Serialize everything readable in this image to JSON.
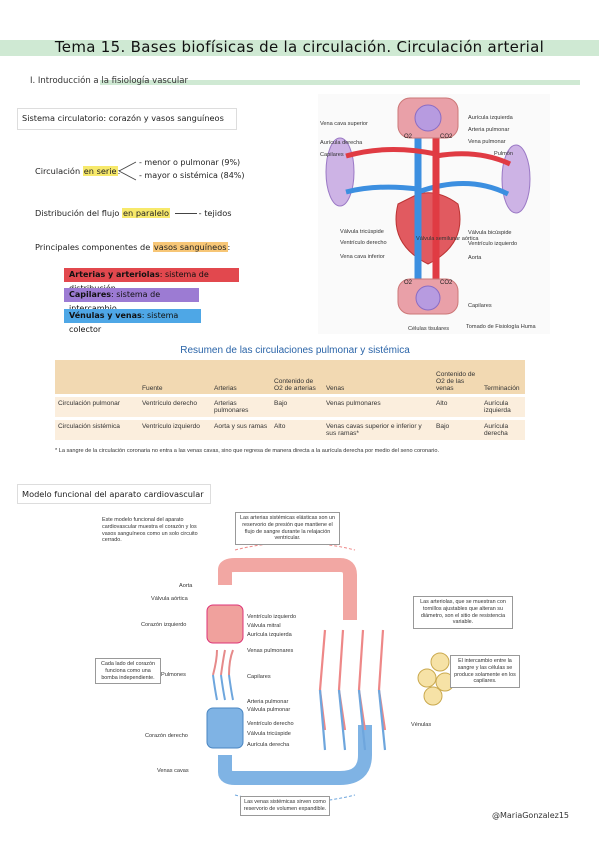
{
  "header": {
    "title": "Tema 15. Bases biofísicas de la circulación. Circulación arterial"
  },
  "section1": {
    "title": "I. Introducción a la fisiología vascular"
  },
  "sistema": {
    "title": "Sistema circulatorio: corazón y vasos sanguíneos"
  },
  "circ": {
    "prefix": "Circulación ",
    "highlight": "en serie",
    "suffix": ":",
    "item1": "- menor o pulmonar (9%)",
    "item2": "- mayor o sistémica (84%)"
  },
  "dist": {
    "prefix": "Distribución del flujo ",
    "highlight": "en paralelo",
    "suffix": "- tejidos"
  },
  "comp": {
    "prefix": "Principales componentes de ",
    "highlight": "vasos sanguíneos",
    "suffix": ":"
  },
  "tags": [
    {
      "bold": "Arterias y arteriolas",
      "text": ": sistema de distribución",
      "color": "#e2484e"
    },
    {
      "bold": "Capilares",
      "text": ": sistema de intercambio",
      "color": "#9c7bd3"
    },
    {
      "bold": "Vénulas y venas",
      "text": ": sistema colector",
      "color": "#4ea7e6"
    }
  ],
  "fig1": {
    "labels_left": [
      "Vena cava superior",
      "Aurícula derecha",
      "Capilares",
      "Válvula tricúspide",
      "Ventrículo derecho",
      "Vena cava inferior",
      "Válvula semilunar aórtica"
    ],
    "labels_right": [
      "Aurícula izquierda",
      "Arteria pulmonar",
      "Vena pulmonar",
      "Pulmón",
      "Válvula bicúspide",
      "Ventrículo izquierdo",
      "Aorta",
      "Capilares"
    ],
    "bottom": "Células tisulares",
    "credit": "Tomado de Fisiología Huma",
    "gas": [
      "O2",
      "CO2"
    ]
  },
  "table": {
    "title": "Resumen de las circulaciones pulmonar y sistémica",
    "headers": [
      "",
      "Fuente",
      "Arterias",
      "Contenido de O2 de arterias",
      "Venas",
      "Contenido de O2 de las venas",
      "Terminación"
    ],
    "rows": [
      [
        "Circulación pulmonar",
        "Ventrículo derecho",
        "Arterias pulmonares",
        "Bajo",
        "Venas pulmonares",
        "Alto",
        "Aurícula izquierda"
      ],
      [
        "Circulación sistémica",
        "Ventrículo izquierdo",
        "Aorta y sus ramas",
        "Alto",
        "Venas cavas superior e inferior y sus ramas*",
        "Bajo",
        "Aurícula derecha"
      ]
    ],
    "footnote": "* La sangre de la circulación coronaria no entra a las venas cavas, sino que regresa de manera directa a la aurícula derecha por medio del seno coronario."
  },
  "modelo": {
    "title": "Modelo funcional del aparato cardiovascular"
  },
  "fig2": {
    "intro": "Este modelo funcional del aparato cardiovascular muestra el corazón y los vasos sanguíneos como un solo circuito cerrado.",
    "top_callout": "Las arterias sistémicas elásticas son un reservorio de presión que mantiene el flujo de sangre durante la relajación ventricular.",
    "right_callout": "Las arteriolas, que se muestran con tornillos ajustables que alteran su diámetro, son el sitio de resistencia variable.",
    "exchange_callout": "El intercambio entre la sangre y las células se produce solamente en los capilares.",
    "left_callout": "Cada lado del corazón funciona como una bomba independiente.",
    "bottom_callout": "Las venas sistémicas sirven como reservorio de volumen expandible.",
    "left_labels": [
      "Aorta",
      "Válvula aórtica",
      "Corazón izquierdo",
      "Pulmones",
      "Corazón derecho",
      "Venas cavas"
    ],
    "mid_labels": [
      "Ventrículo izquierdo",
      "Válvula mitral",
      "Aurícula izquierda",
      "Venas pulmonares",
      "Capilares",
      "Arteria pulmonar",
      "Válvula pulmonar",
      "Ventrículo derecho",
      "Válvula tricúspide",
      "Aurícula derecha"
    ],
    "venulas": "Vénulas"
  },
  "author": "@MariaGonzalez15"
}
